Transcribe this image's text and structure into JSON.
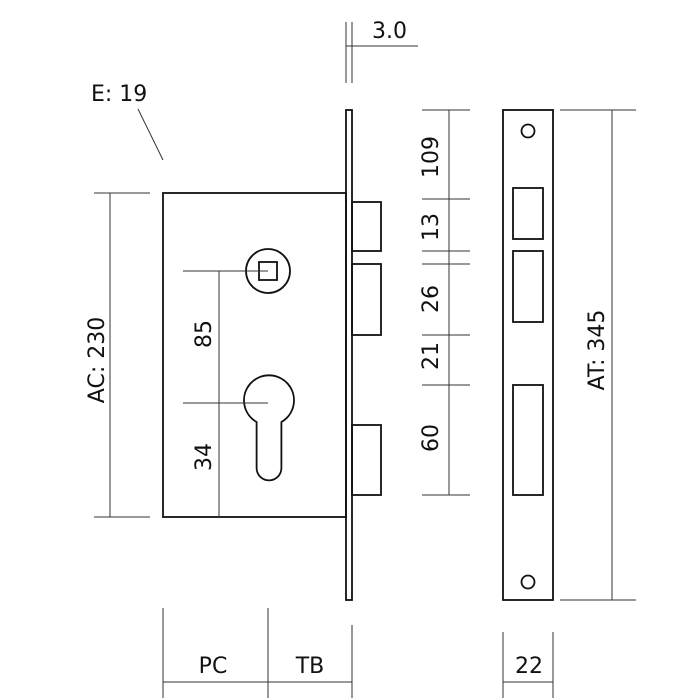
{
  "diagram": {
    "plate_thickness_label": "3.0",
    "backset_label": "E: 19",
    "case_height_label": "AC: 230",
    "handle_to_cylinder_label": "85",
    "cylinder_offset_label": "34",
    "faceplate_segments": [
      "109",
      "13",
      "26",
      "21",
      "60"
    ],
    "faceplate_height_label": "AT: 345",
    "case_depth_label": "PC",
    "bolt_throw_label": "TB",
    "faceplate_width_label": "22"
  }
}
